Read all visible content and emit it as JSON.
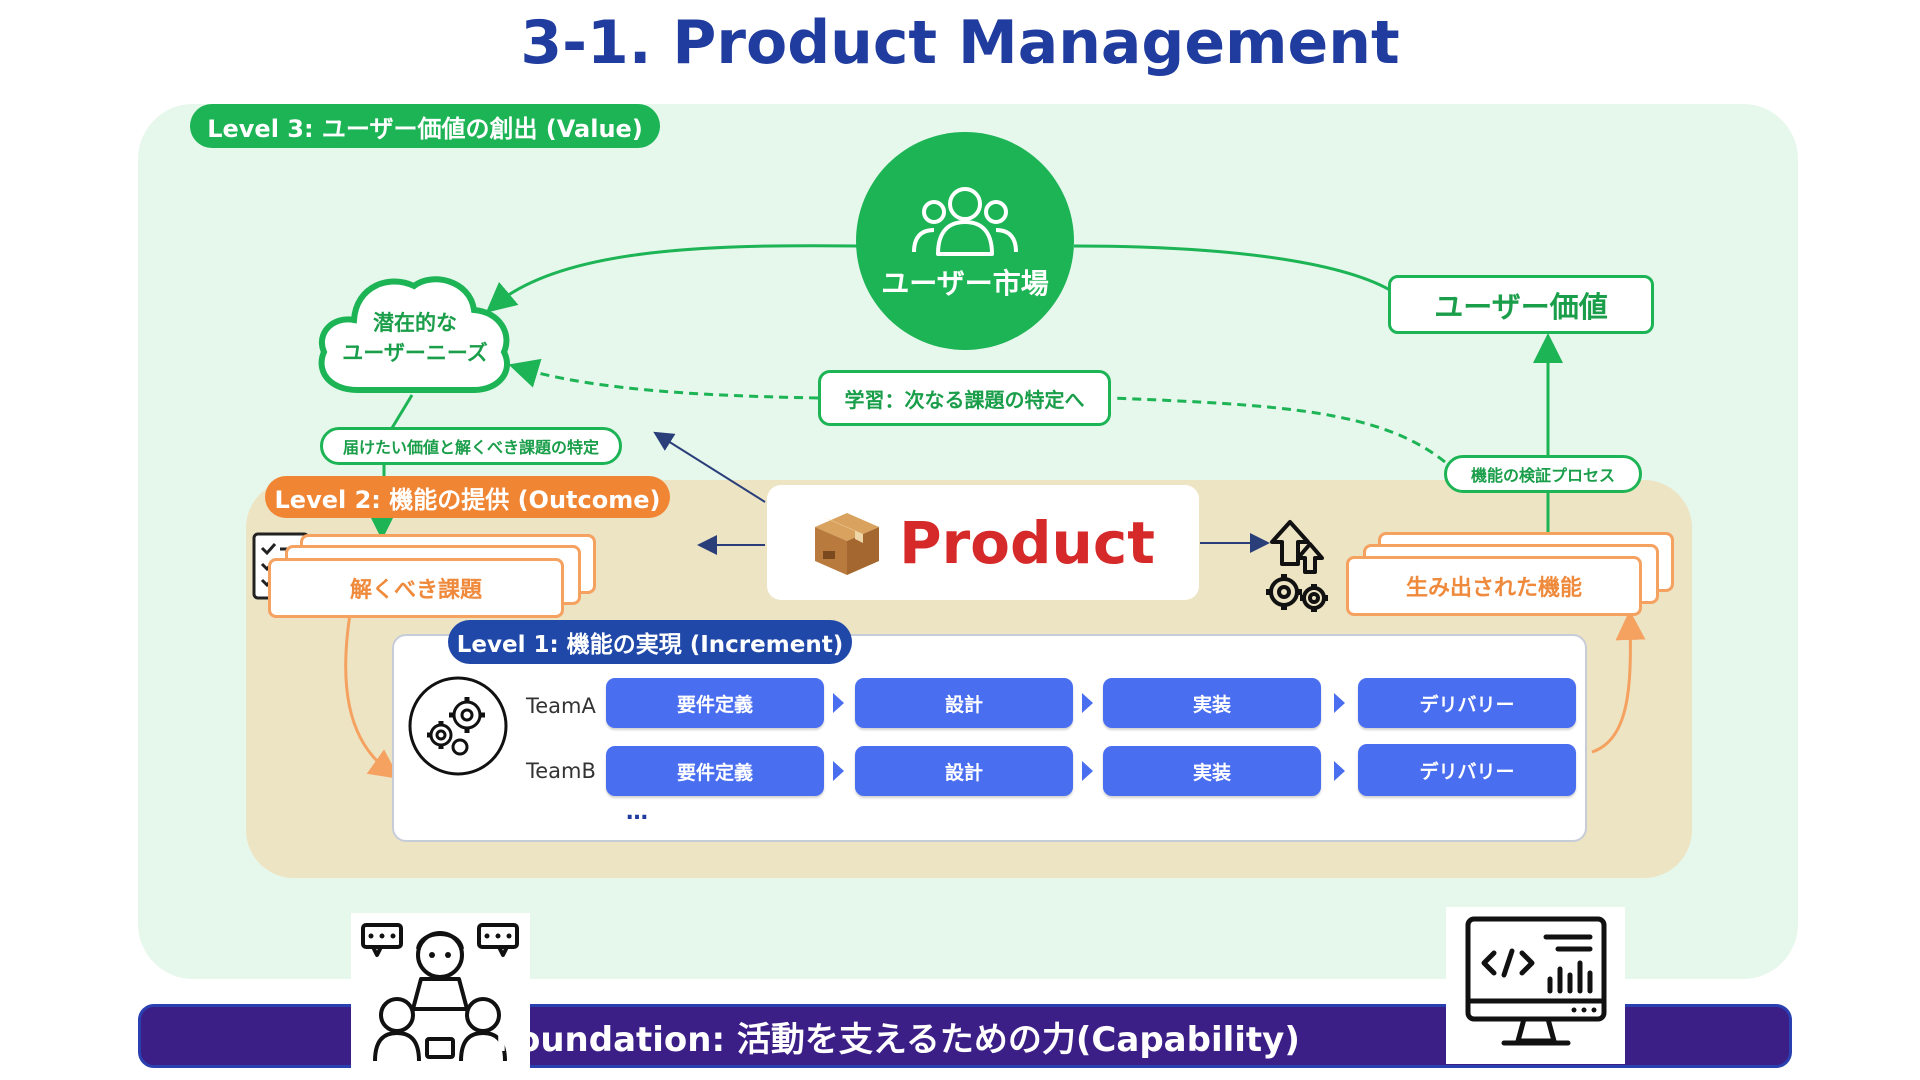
{
  "title": "3-1. Product Management",
  "levels": {
    "level3": "Level 3: ユーザー価値の創出 (Value)",
    "level2": "Level 2: 機能の提供 (Outcome)",
    "level1": "Level 1: 機能の実現 (Increment)"
  },
  "market": {
    "label": "ユーザー市場",
    "icon": "users-icon"
  },
  "cloud": {
    "line1": "潜在的な",
    "line2": "ユーザーニーズ"
  },
  "user_value": "ユーザー価値",
  "learning": "学習：次なる課題の特定へ",
  "deliver_value": "届けたい価値と解くべき課題の特定",
  "verify": "機能の検証プロセス",
  "product": {
    "label": "Product",
    "icon": "package-icon"
  },
  "problems": "解くべき課題",
  "features": "生み出された機能",
  "teams": [
    {
      "name": "TeamA",
      "steps": [
        "要件定義",
        "設計",
        "実装",
        "デリバリー"
      ]
    },
    {
      "name": "TeamB",
      "steps": [
        "要件定義",
        "設計",
        "実装",
        "デリバリー"
      ]
    }
  ],
  "more": "…",
  "foundation": "Foundation: 活動を支えるための力(Capability)",
  "colors": {
    "title": "#1f3c9e",
    "level3": "#1cb455",
    "level2": "#f08534",
    "level1": "#1f48a8",
    "step": "#4a6ef0",
    "foundation": "#3b1e86",
    "product": "#d62a2a"
  }
}
